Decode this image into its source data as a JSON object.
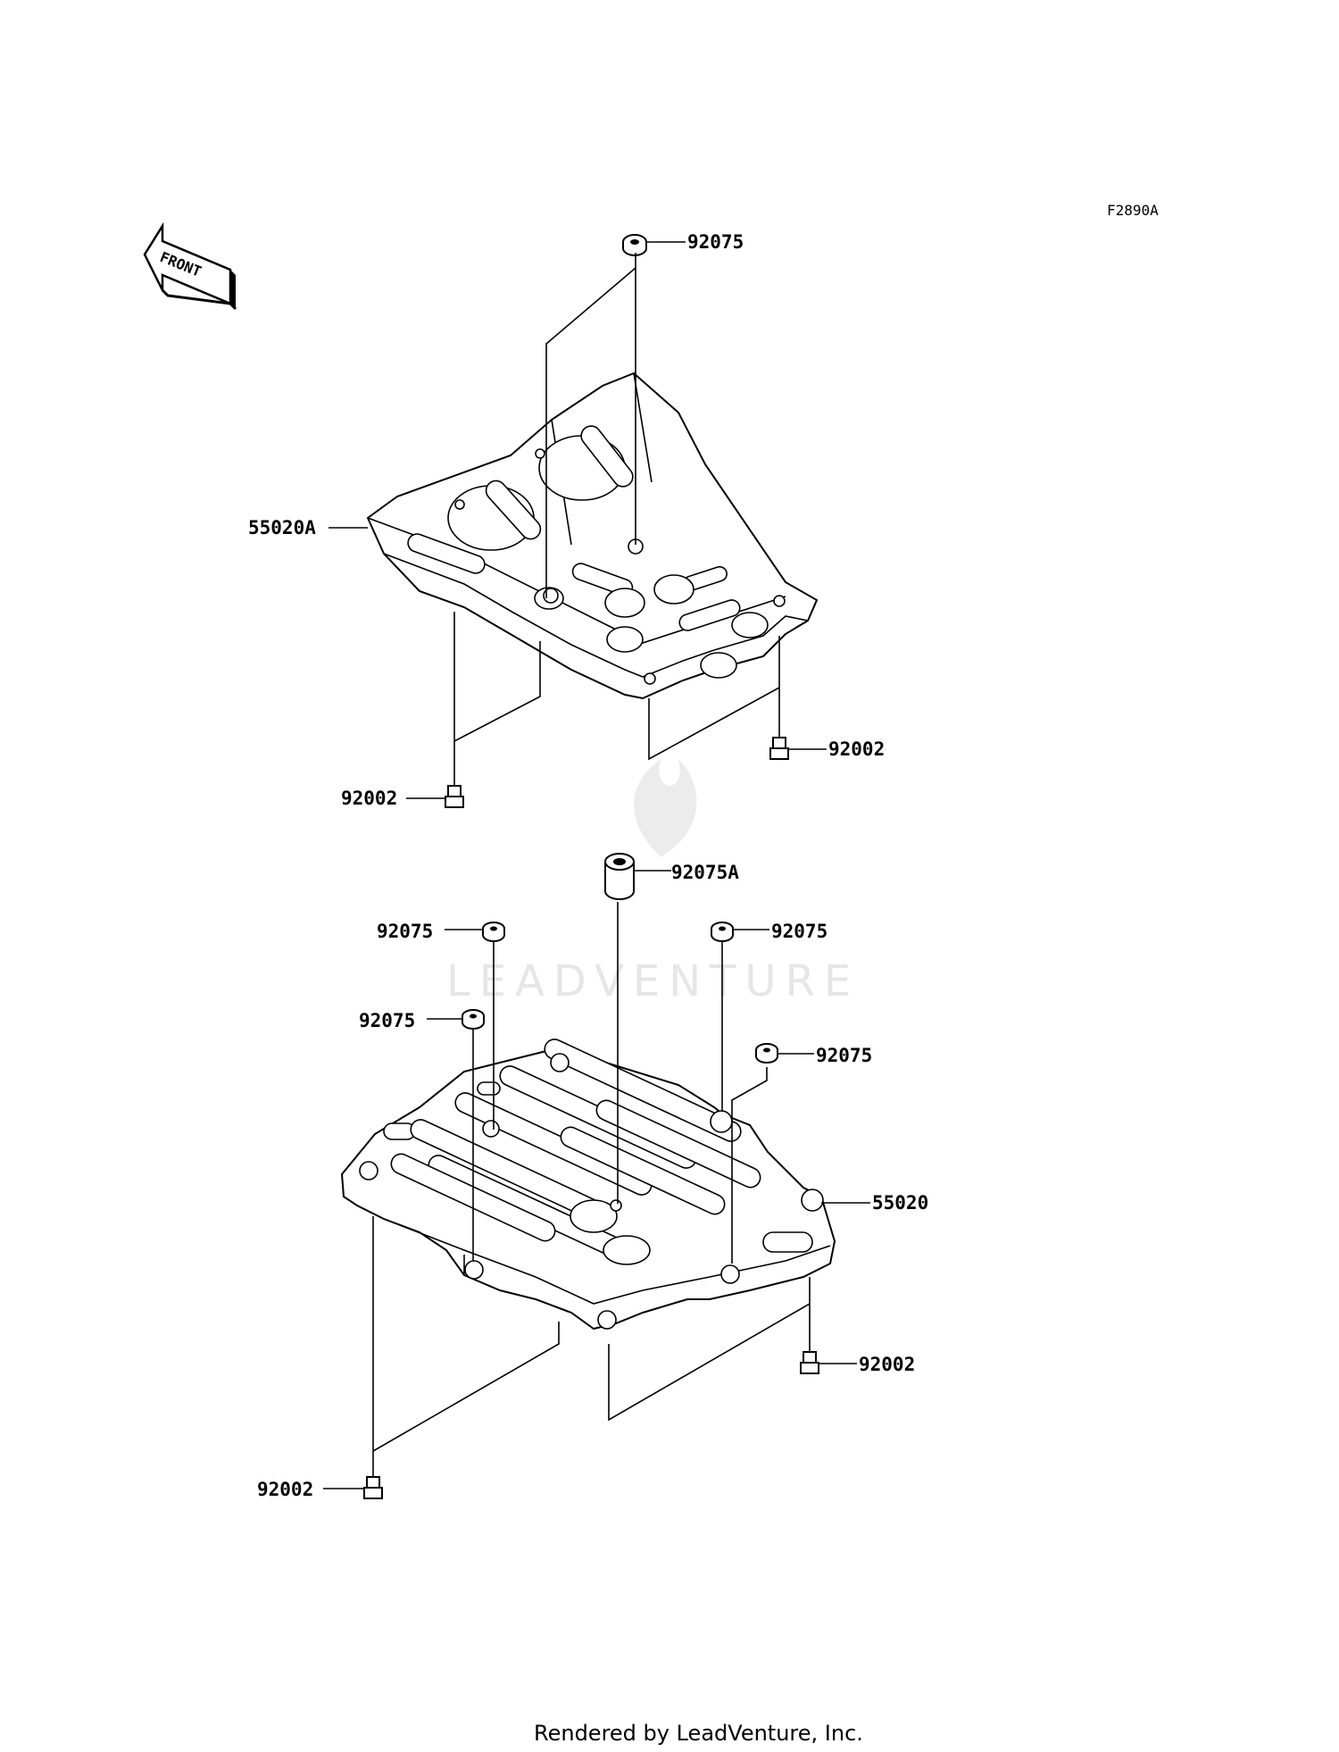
{
  "figure_code": "F2890A",
  "front_arrow_text": "FRONT",
  "watermark": "LEADVENTURE",
  "footer": "Rendered by LeadVenture, Inc.",
  "callouts": {
    "upper_washer": "92075",
    "upper_plate": "55020A",
    "upper_bolt_left": "92002",
    "upper_bolt_right": "92002",
    "lower_collar": "92075A",
    "lower_washer_1": "92075",
    "lower_washer_2": "92075",
    "lower_washer_3": "92075",
    "lower_washer_4": "92075",
    "lower_plate": "55020",
    "lower_bolt_right": "92002",
    "lower_bolt_left": "92002"
  }
}
